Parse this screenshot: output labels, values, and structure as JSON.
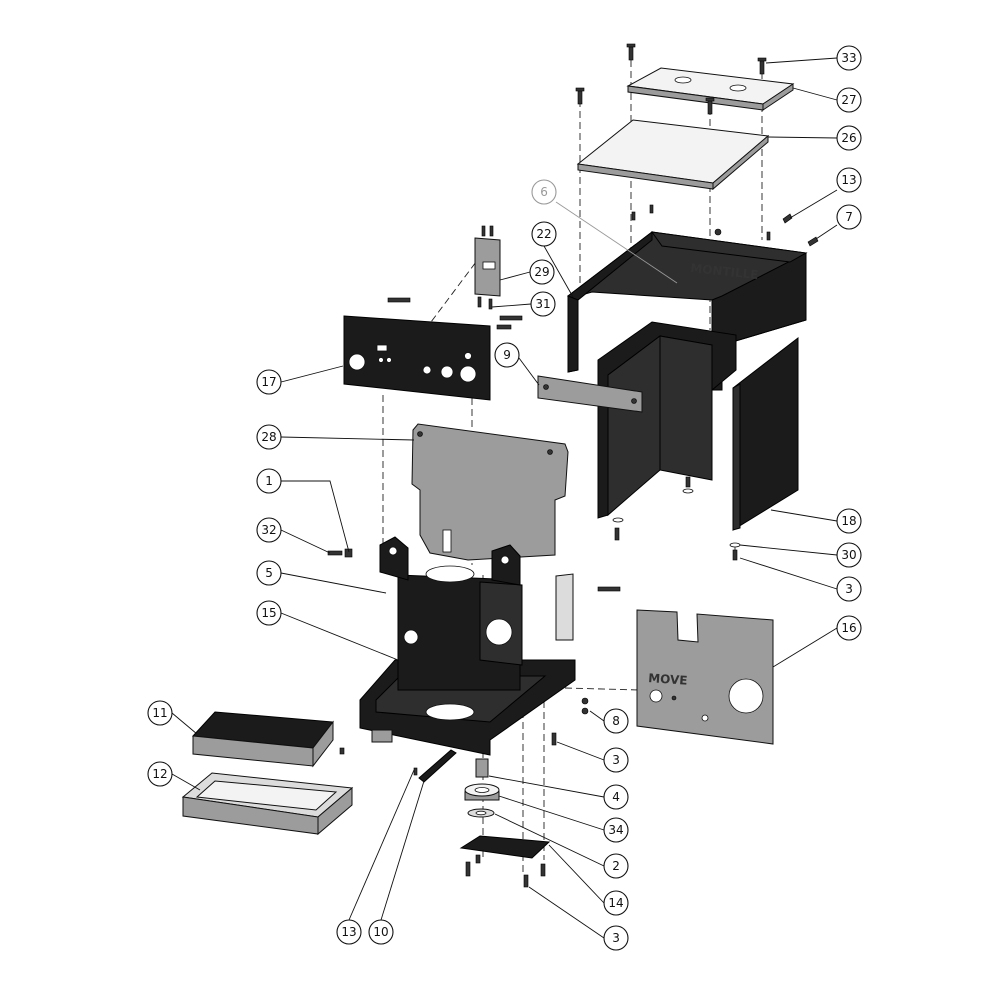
{
  "callouts": [
    {
      "id": "c33",
      "label": "33"
    },
    {
      "id": "c27",
      "label": "27"
    },
    {
      "id": "c26",
      "label": "26"
    },
    {
      "id": "c6",
      "label": "6",
      "muted": true
    },
    {
      "id": "c13a",
      "label": "13"
    },
    {
      "id": "c7",
      "label": "7"
    },
    {
      "id": "c22",
      "label": "22"
    },
    {
      "id": "c29",
      "label": "29"
    },
    {
      "id": "c31",
      "label": "31"
    },
    {
      "id": "c9",
      "label": "9"
    },
    {
      "id": "c17",
      "label": "17"
    },
    {
      "id": "c28",
      "label": "28"
    },
    {
      "id": "c1",
      "label": "1"
    },
    {
      "id": "c32",
      "label": "32"
    },
    {
      "id": "c5",
      "label": "5"
    },
    {
      "id": "c15",
      "label": "15"
    },
    {
      "id": "c18",
      "label": "18"
    },
    {
      "id": "c30",
      "label": "30"
    },
    {
      "id": "c3a",
      "label": "3"
    },
    {
      "id": "c16",
      "label": "16"
    },
    {
      "id": "c8",
      "label": "8"
    },
    {
      "id": "c3b",
      "label": "3"
    },
    {
      "id": "c11",
      "label": "11"
    },
    {
      "id": "c12",
      "label": "12"
    },
    {
      "id": "c4",
      "label": "4"
    },
    {
      "id": "c34",
      "label": "34"
    },
    {
      "id": "c2",
      "label": "2"
    },
    {
      "id": "c14",
      "label": "14"
    },
    {
      "id": "c3c",
      "label": "3"
    },
    {
      "id": "c13b",
      "label": "13"
    },
    {
      "id": "c10",
      "label": "10"
    }
  ],
  "engravings": {
    "side_panel_text": "MOVE",
    "shell_text": "MONTILLE"
  }
}
